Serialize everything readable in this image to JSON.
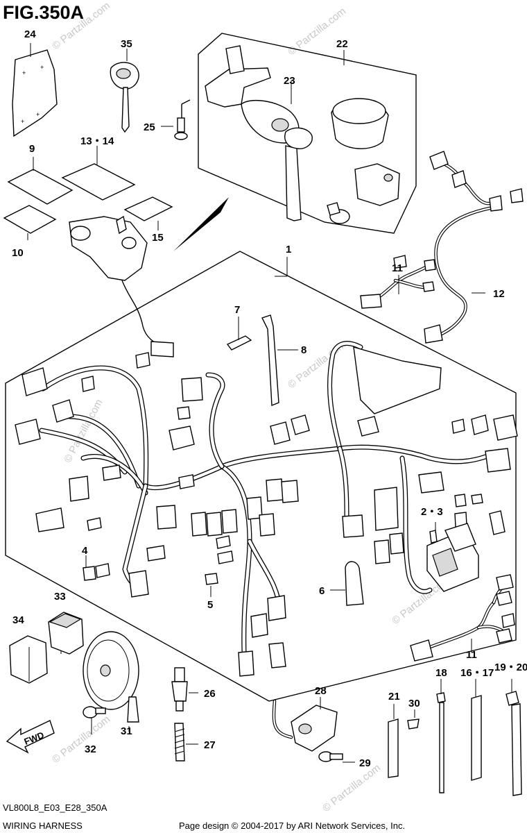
{
  "figure": {
    "title": "FIG.350A",
    "code": "VL800L8_E03_E28_350A",
    "name": "WIRING HARNESS"
  },
  "copyright": "Page design © 2004-2017 by ARI Network Services, Inc.",
  "watermark": "© Partzilla.com",
  "fwd_arrow": "FWD",
  "callouts": {
    "c1": "1",
    "c2_3": "2・3",
    "c4": "4",
    "c5": "5",
    "c6": "6",
    "c7": "7",
    "c8": "8",
    "c9": "9",
    "c10": "10",
    "c11a": "11",
    "c11b": "11",
    "c12": "12",
    "c13_14": "13・14",
    "c15": "15",
    "c16_17": "16・17",
    "c18": "18",
    "c19_20": "19・20",
    "c21": "21",
    "c22": "22",
    "c23": "23",
    "c24": "24",
    "c25": "25",
    "c26": "26",
    "c27": "27",
    "c28": "28",
    "c29": "29",
    "c30": "30",
    "c31": "31",
    "c32": "32",
    "c33": "33",
    "c34": "34",
    "c35": "35"
  }
}
